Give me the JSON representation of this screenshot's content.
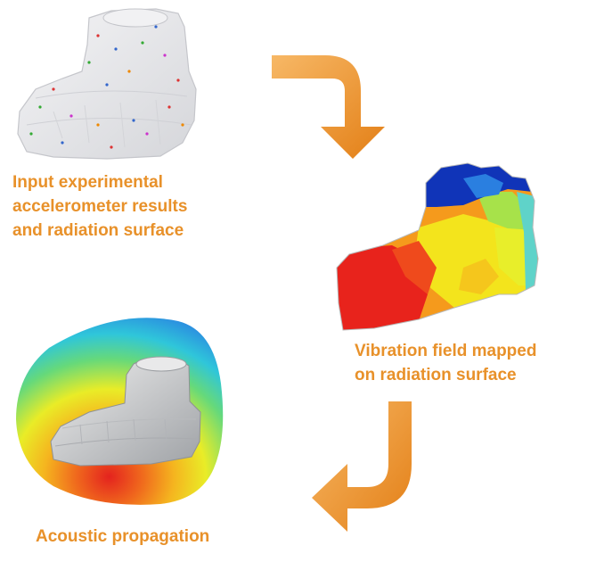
{
  "captions": {
    "input": [
      "Input experimental",
      "accelerometer results",
      "and radiation surface"
    ],
    "vibration": [
      "Vibration field mapped",
      "on radiation surface"
    ],
    "acoustic": [
      "Acoustic propagation"
    ]
  },
  "colors": {
    "caption": "#e8912a",
    "arrow_light": "#f6b25b",
    "arrow_dark": "#e07f12",
    "mesh_grey": "#e6e6e9",
    "field_red": "#e8231c",
    "field_orange": "#f7891c",
    "field_yellow": "#f3ea1e",
    "field_blue": "#1034b8"
  }
}
